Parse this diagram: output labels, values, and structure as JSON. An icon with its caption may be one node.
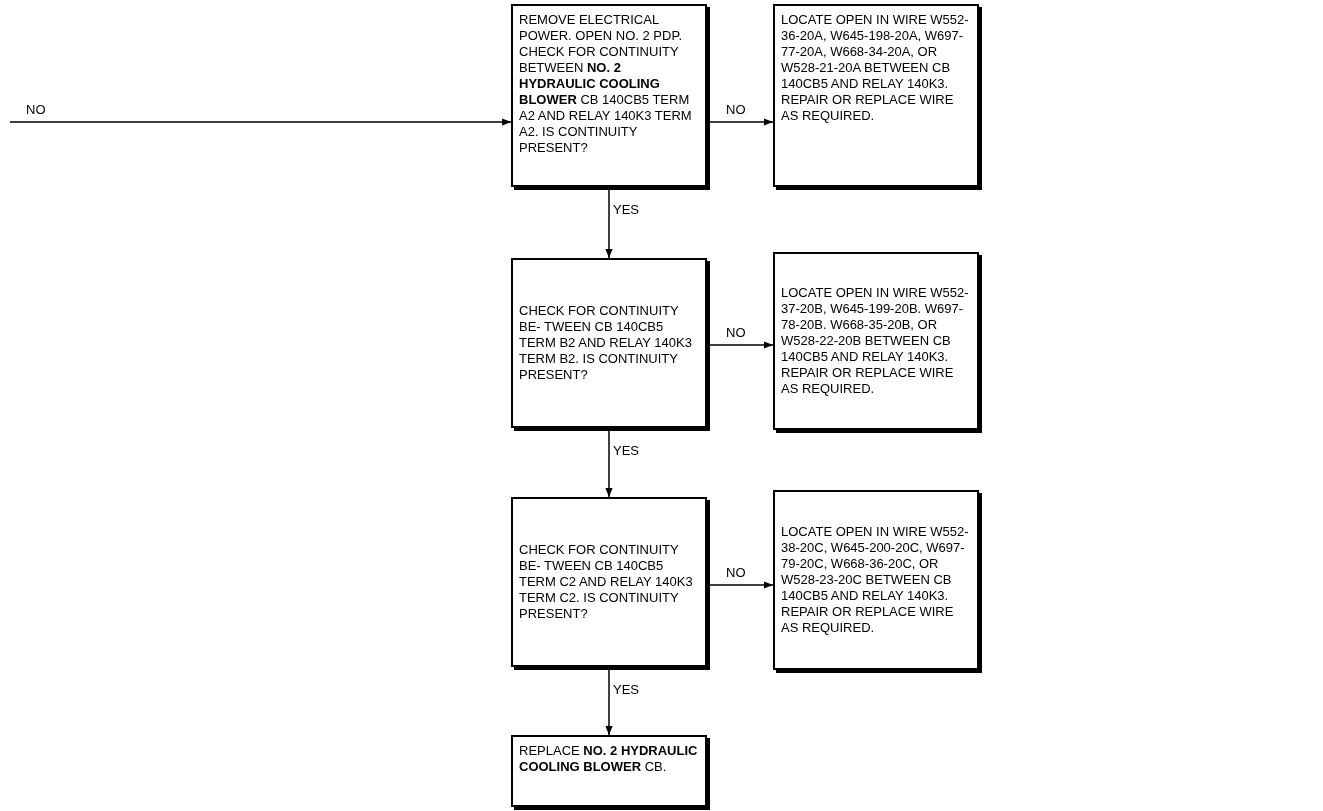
{
  "diagram": {
    "nodes": [
      {
        "text": [
          "REMOVE ELECTRICAL POWER. OPEN NO. 2 PDP. CHECK FOR CONTINUITY BETWEEN **NO. 2 HYDRAULIC COOLING BLOWER** CB 140CB5 TERM A2 AND RELAY 140K3 TERM A2. IS CONTINUITY PRESENT?"
        ]
      },
      {
        "text": [
          "LOCATE OPEN IN WIRE W552- 36-20A, W645-198-20A, W697-77-20A, W668-34-20A, OR W528-21-20A BETWEEN CB 140CB5 AND RELAY 140K3. REPAIR OR REPLACE WIRE AS REQUIRED."
        ]
      },
      {
        "text": [
          "CHECK FOR CONTINUITY BE- TWEEN CB 140CB5 TERM B2 AND RELAY 140K3 TERM B2. IS CONTINUITY PRESENT?"
        ]
      },
      {
        "text": [
          "LOCATE OPEN IN WIRE W552- 37-20B, W645-199-20B. W697-78-20B. W668-35-20B, OR W528-22-20B BETWEEN CB 140CB5 AND RELAY 140K3. REPAIR OR REPLACE WIRE AS REQUIRED."
        ]
      },
      {
        "text": [
          "CHECK FOR CONTINUITY BE- TWEEN CB 140CB5 TERM C2 AND RELAY 140K3 TERM C2. IS CONTINUITY PRESENT?"
        ]
      },
      {
        "text": [
          "LOCATE OPEN IN WIRE W552- 38-20C, W645-200-20C, W697-79-20C, W668-36-20C, OR W528-23-20C BETWEEN CB 140CB5 AND RELAY 140K3. REPAIR OR REPLACE WIRE AS REQUIRED."
        ]
      },
      {
        "text": [
          "REPLACE **NO. 2 HYDRAULIC COOLING BLOWER** CB."
        ]
      }
    ],
    "edges": [
      {
        "from": null,
        "to": 0,
        "arrow": "to",
        "label": "NO"
      },
      {
        "from": 0,
        "to": 1,
        "arrow": "to",
        "label": "NO"
      },
      {
        "from": 0,
        "to": 2,
        "arrow": "to",
        "label": "YES"
      },
      {
        "from": 2,
        "to": 3,
        "arrow": "to",
        "label": "NO"
      },
      {
        "from": 2,
        "to": 4,
        "arrow": "to",
        "label": "YES"
      },
      {
        "from": 4,
        "to": 5,
        "arrow": "to",
        "label": "NO"
      },
      {
        "from": 4,
        "to": 6,
        "arrow": "to",
        "label": "YES"
      }
    ]
  }
}
